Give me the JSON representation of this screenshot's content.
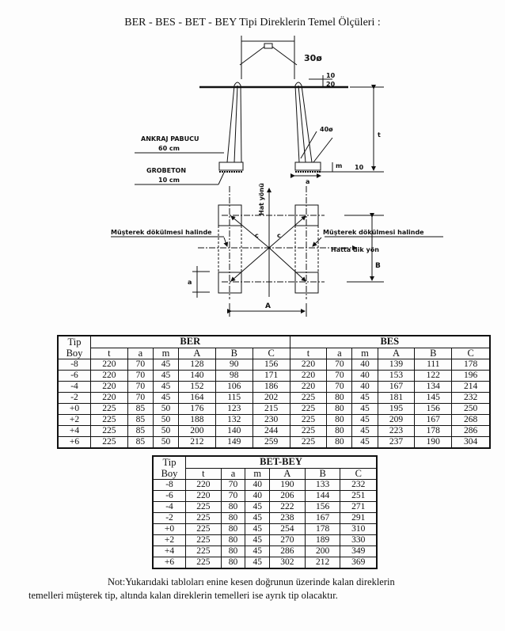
{
  "title": "BER - BES - BET - BEY  Tipi Direklerin Temel Ölçüleri :",
  "diagram": {
    "ankraj_label": "ANKRAJ PABUCU",
    "ankraj_size": "60 cm",
    "grobeton_label": "GROBETON",
    "grobeton_size": "10 cm",
    "angle_top": "30ø",
    "angle_bottom": "40ø",
    "dim_10_top": "10",
    "dim_20": "20",
    "dim_t": "t",
    "dim_m": "m",
    "dim_10_bottom": "10",
    "dim_a_elev": "a",
    "hat_yonu": "Hat yönü",
    "hatta_dik_yon": "Hatta  dik yön",
    "musterek_left": "Müşterek  dökülmesi halinde",
    "musterek_right": "Müşterek  dökülmesi  halinde",
    "dim_c1": "c",
    "dim_c2": "c",
    "dim_B": "B",
    "dim_A": "A",
    "dim_a_plan": "a"
  },
  "table1": {
    "tip": "Tip",
    "boy": "Boy",
    "groups": [
      "BER",
      "BES"
    ],
    "columns": [
      "t",
      "a",
      "m",
      "A",
      "B",
      "C"
    ],
    "rows": [
      [
        "-8",
        "220",
        "70",
        "45",
        "128",
        "90",
        "156",
        "220",
        "70",
        "40",
        "139",
        "111",
        "178"
      ],
      [
        "-6",
        "220",
        "70",
        "45",
        "140",
        "98",
        "171",
        "220",
        "70",
        "40",
        "153",
        "122",
        "196"
      ],
      [
        "-4",
        "220",
        "70",
        "45",
        "152",
        "106",
        "186",
        "220",
        "70",
        "40",
        "167",
        "134",
        "214"
      ],
      [
        "-2",
        "220",
        "70",
        "45",
        "164",
        "115",
        "202",
        "225",
        "80",
        "45",
        "181",
        "145",
        "232"
      ],
      [
        "+0",
        "225",
        "85",
        "50",
        "176",
        "123",
        "215",
        "225",
        "80",
        "45",
        "195",
        "156",
        "250"
      ],
      [
        "+2",
        "225",
        "85",
        "50",
        "188",
        "132",
        "230",
        "225",
        "80",
        "45",
        "209",
        "167",
        "268"
      ],
      [
        "+4",
        "225",
        "85",
        "50",
        "200",
        "140",
        "244",
        "225",
        "80",
        "45",
        "223",
        "178",
        "286"
      ],
      [
        "+6",
        "225",
        "85",
        "50",
        "212",
        "149",
        "259",
        "225",
        "80",
        "45",
        "237",
        "190",
        "304"
      ]
    ]
  },
  "table2": {
    "tip": "Tip",
    "boy": "Boy",
    "groups": [
      "BET-BEY"
    ],
    "columns": [
      "t",
      "a",
      "m",
      "A",
      "B",
      "C"
    ],
    "rows": [
      [
        "-8",
        "220",
        "70",
        "40",
        "190",
        "133",
        "232"
      ],
      [
        "-6",
        "220",
        "70",
        "40",
        "206",
        "144",
        "251"
      ],
      [
        "-4",
        "225",
        "80",
        "45",
        "222",
        "156",
        "271"
      ],
      [
        "-2",
        "225",
        "80",
        "45",
        "238",
        "167",
        "291"
      ],
      [
        "+0",
        "225",
        "80",
        "45",
        "254",
        "178",
        "310"
      ],
      [
        "+2",
        "225",
        "80",
        "45",
        "270",
        "189",
        "330"
      ],
      [
        "+4",
        "225",
        "80",
        "45",
        "286",
        "200",
        "349"
      ],
      [
        "+6",
        "225",
        "80",
        "45",
        "302",
        "212",
        "369"
      ]
    ]
  },
  "note": {
    "line1": "Not:Yukarıdaki tabloları enine kesen doğrunun üzerinde kalan direklerin",
    "line2": "temelleri müşterek tip, altında kalan direklerin temelleri ise ayrık tip olacaktır."
  }
}
